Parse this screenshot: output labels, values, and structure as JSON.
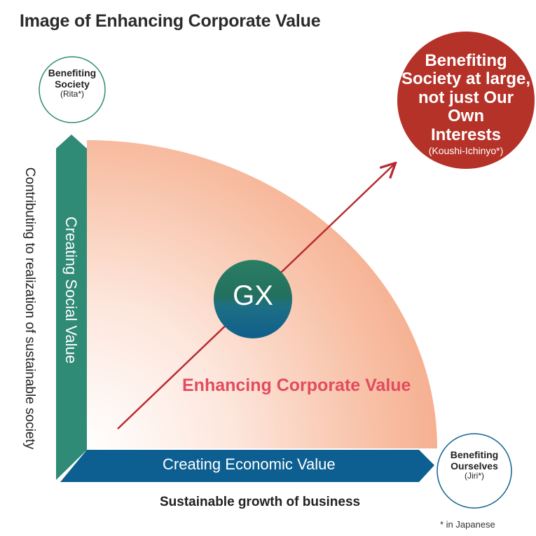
{
  "title": "Image of Enhancing Corporate Value",
  "center": {
    "label": "GX"
  },
  "main_label": "Enhancing Corporate Value",
  "vertical_bar": {
    "label": "Creating Social Value"
  },
  "horizontal_bar": {
    "label": "Creating Economic Value"
  },
  "y_axis_label": "Contributing to realization of sustainable society",
  "x_axis_label": "Sustainable growth of business",
  "top_left_circle": {
    "line1": "Benefiting",
    "line2": "Society",
    "note": "(Rita*)"
  },
  "bottom_right_circle": {
    "line1": "Benefiting",
    "line2": "Ourselves",
    "note": "(Jiri*)"
  },
  "top_right_circle": {
    "line1": "Benefiting",
    "line2": "Society at large,",
    "line3": "not just Our Own",
    "line4": "Interests",
    "note": "(Koushi-Ichinyo*)"
  },
  "footnote": "* in Japanese",
  "colors": {
    "green_bar": "#2f8a76",
    "blue_bar": "#0d5f91",
    "red_circle": "#b53228",
    "arrow": "#b72b34",
    "accent_text": "#e14c5f",
    "glow": "#f6b091"
  }
}
